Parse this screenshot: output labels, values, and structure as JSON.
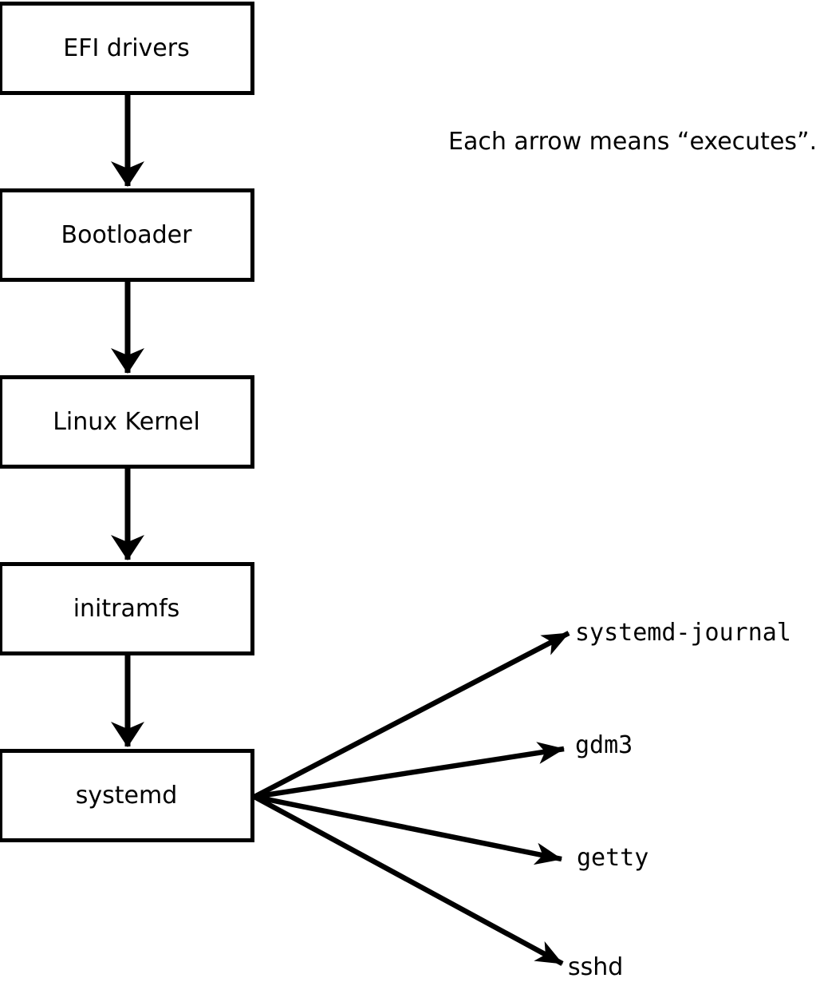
{
  "diagram": {
    "caption": "Each arrow means “executes”.",
    "edge_meaning": "executes",
    "chain": [
      {
        "id": "efi-drivers",
        "label": "EFI drivers"
      },
      {
        "id": "bootloader",
        "label": "Bootloader"
      },
      {
        "id": "linux-kernel",
        "label": "Linux Kernel"
      },
      {
        "id": "initramfs",
        "label": "initramfs"
      },
      {
        "id": "systemd",
        "label": "systemd"
      }
    ],
    "targets": [
      {
        "id": "systemd-journal",
        "label": "systemd-journal"
      },
      {
        "id": "gdm3",
        "label": "gdm3"
      },
      {
        "id": "getty",
        "label": "getty"
      },
      {
        "id": "sshd",
        "label": "sshd"
      }
    ],
    "edges": [
      {
        "from": "EFI drivers",
        "to": "Bootloader"
      },
      {
        "from": "Bootloader",
        "to": "Linux Kernel"
      },
      {
        "from": "Linux Kernel",
        "to": "initramfs"
      },
      {
        "from": "initramfs",
        "to": "systemd"
      },
      {
        "from": "systemd",
        "to": "systemd-journal"
      },
      {
        "from": "systemd",
        "to": "gdm3"
      },
      {
        "from": "systemd",
        "to": "getty"
      },
      {
        "from": "systemd",
        "to": "sshd"
      }
    ],
    "colors": {
      "foreground": "#000000",
      "background": "#ffffff"
    }
  }
}
